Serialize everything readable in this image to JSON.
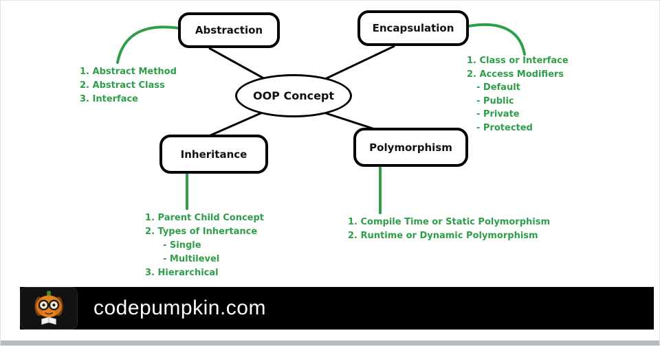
{
  "diagram": {
    "center_label": "OOP Concept",
    "nodes": {
      "abstraction": "Abstraction",
      "encapsulation": "Encapsulation",
      "inheritance": "Inheritance",
      "polymorphism": "Polymorphism"
    },
    "lists": {
      "abstraction": [
        "1. Abstract Method",
        "2. Abstract Class",
        "3. Interface"
      ],
      "encapsulation": [
        "1. Class or Interface",
        "2. Access Modifiers",
        "- Default",
        "- Public",
        "- Private",
        "- Protected"
      ],
      "inheritance": [
        "1. Parent Child Concept",
        "2. Types of Inhertance",
        "- Single",
        "- Multilevel",
        "3. Hierarchical"
      ],
      "polymorphism": [
        "1. Compile Time or Static Polymorphism",
        "2. Runtime or Dynamic Polymorphism"
      ]
    },
    "colors": {
      "list_green": "#2f9e49",
      "line_black": "#000000",
      "footer_bg": "#000000",
      "pumpkin_orange": "#e8821e"
    }
  },
  "footer": {
    "site": "codepumpkin.com",
    "logo": "pumpkin-mascot-logo"
  }
}
